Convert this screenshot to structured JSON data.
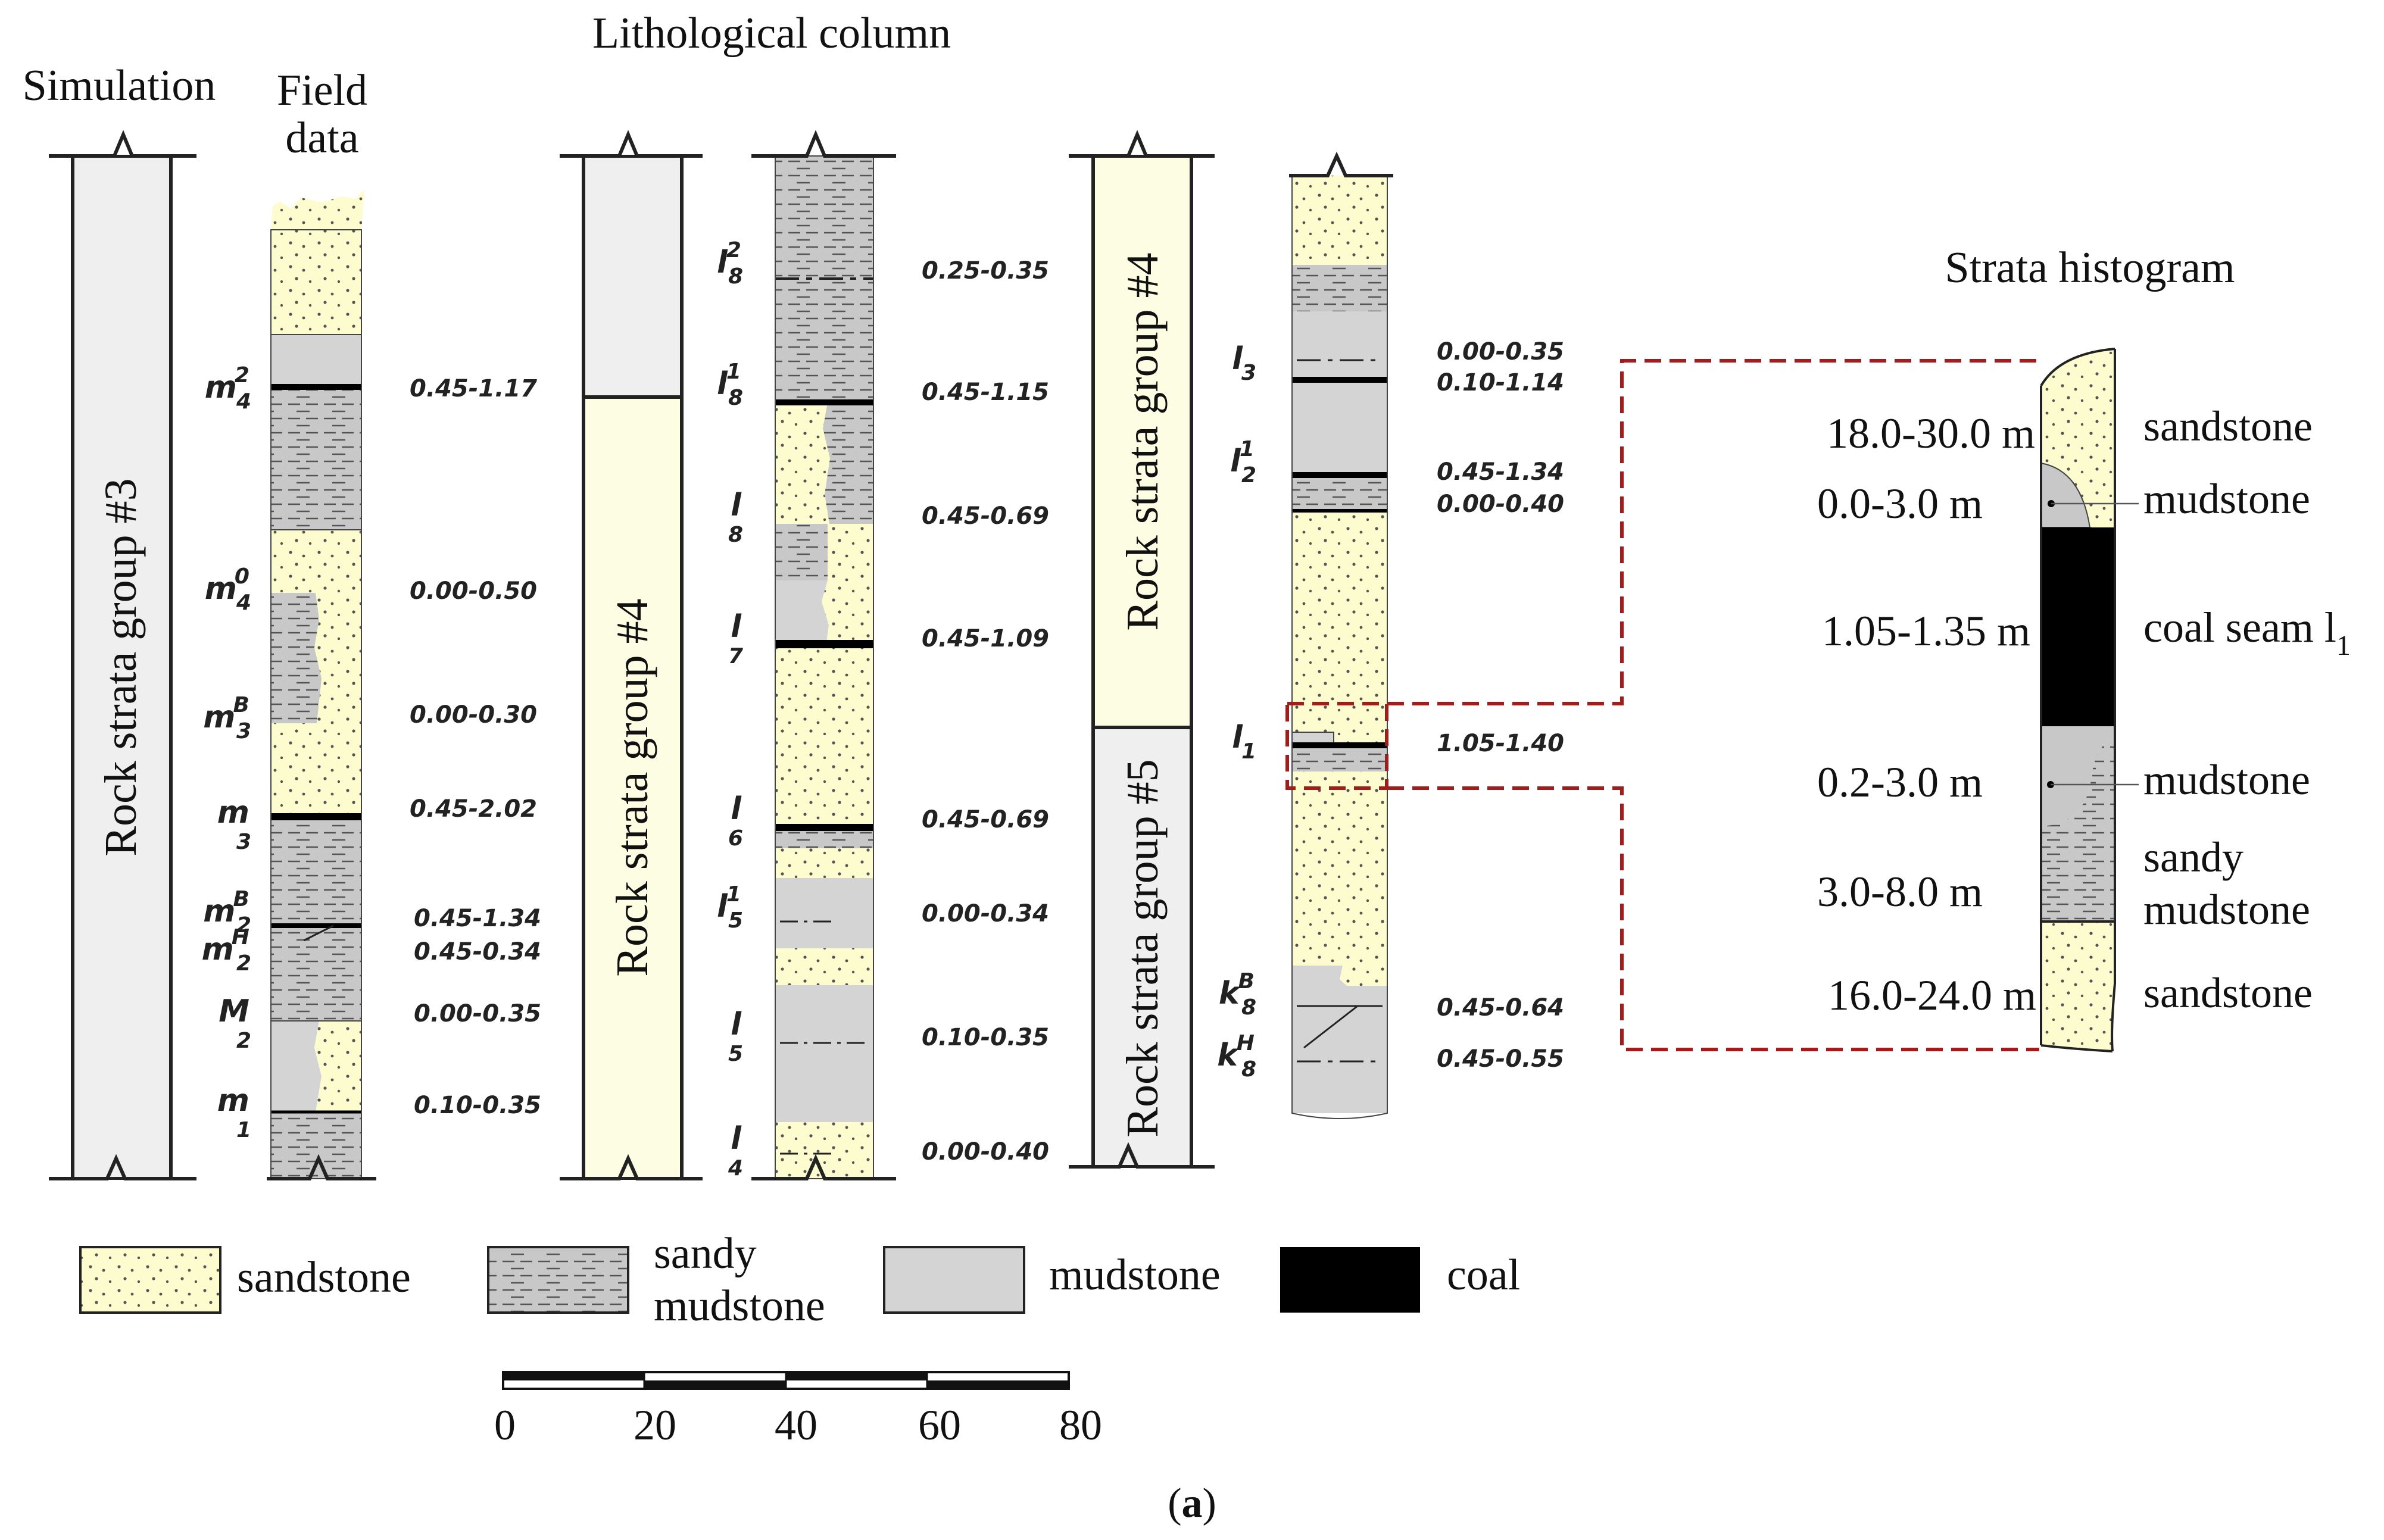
{
  "headers": {
    "simulation": "Simulation",
    "field_1": "Field",
    "field_2": "data",
    "lithological": "Lithological column",
    "strata_histogram": "Strata histogram"
  },
  "groups": {
    "g3": "Rock strata group #3",
    "g4": "Rock strata group #4",
    "g5": "Rock strata group #5"
  },
  "col1_labels": [
    {
      "base": "m",
      "sub": "4",
      "sup": "2",
      "range": "0.45-1.17"
    },
    {
      "base": "m",
      "sub": "4",
      "sup": "0",
      "range": "0.00-0.50"
    },
    {
      "base": "m",
      "sub": "3",
      "sup": "B",
      "range": "0.00-0.30"
    },
    {
      "base": "m",
      "sub": "3",
      "sup": "",
      "range": "0.45-2.02"
    },
    {
      "base": "m",
      "sub": "2",
      "sup": "B",
      "range": "0.45-1.34"
    },
    {
      "base": "m",
      "sub": "2",
      "sup": "H",
      "range": "0.45-0.34"
    },
    {
      "base": "M",
      "sub": "2",
      "sup": "",
      "range": "0.00-0.35"
    },
    {
      "base": "m",
      "sub": "1",
      "sup": "",
      "range": "0.10-0.35"
    }
  ],
  "col2_labels": [
    {
      "base": "l",
      "sub": "8",
      "sup": "2",
      "range": "0.25-0.35"
    },
    {
      "base": "l",
      "sub": "8",
      "sup": "1",
      "range": "0.45-1.15"
    },
    {
      "base": "l",
      "sub": "8",
      "sup": "",
      "range": "0.45-0.69"
    },
    {
      "base": "l",
      "sub": "7",
      "sup": "",
      "range": "0.45-1.09"
    },
    {
      "base": "l",
      "sub": "6",
      "sup": "",
      "range": "0.45-0.69"
    },
    {
      "base": "l",
      "sub": "5",
      "sup": "1",
      "range": "0.00-0.34"
    },
    {
      "base": "l",
      "sub": "5",
      "sup": "",
      "range": "0.10-0.35"
    },
    {
      "base": "l",
      "sub": "4",
      "sup": "",
      "range": "0.00-0.40"
    }
  ],
  "col3_labels": [
    {
      "base": "l",
      "sub": "3",
      "sup": "",
      "range": "0.00-0.35"
    },
    {
      "base": "",
      "sub": "",
      "sup": "",
      "range": "0.10-1.14"
    },
    {
      "base": "l",
      "sub": "2",
      "sup": "1",
      "range": "0.45-1.34"
    },
    {
      "base": "",
      "sub": "",
      "sup": "",
      "range": "0.00-0.40"
    },
    {
      "base": "l",
      "sub": "1",
      "sup": "",
      "range": "1.05-1.40"
    },
    {
      "base": "k",
      "sub": "8",
      "sup": "B",
      "range": "0.45-0.64"
    },
    {
      "base": "k",
      "sub": "8",
      "sup": "H",
      "range": "0.45-0.55"
    }
  ],
  "histogram": {
    "thickness": [
      "18.0-30.0 m",
      "0.0-3.0 m",
      "1.05-1.35 m",
      "0.2-3.0 m",
      "3.0-8.0 m",
      "16.0-24.0 m"
    ],
    "rock": [
      "sandstone",
      "mudstone",
      "coal seam l",
      "mudstone",
      "sandy",
      "mudstone",
      "sandstone"
    ],
    "coal_sub": "1"
  },
  "legend": {
    "sandstone": "sandstone",
    "sandy_1": "sandy",
    "sandy_2": "mudstone",
    "mudstone": "mudstone",
    "coal": "coal"
  },
  "scale": {
    "ticks": [
      "0",
      "20",
      "40",
      "60",
      "80"
    ]
  },
  "caption": {
    "open": "(",
    "letter": "a",
    "close": ")"
  },
  "colors": {
    "sandstone": "#fdfccf",
    "sandy_mudstone": "#c8c8c8",
    "mudstone": "#d4d4d4",
    "coal": "#000000",
    "group_light": "#efefef",
    "group_yellow": "#fdfde3",
    "callout": "#a31c1c"
  }
}
